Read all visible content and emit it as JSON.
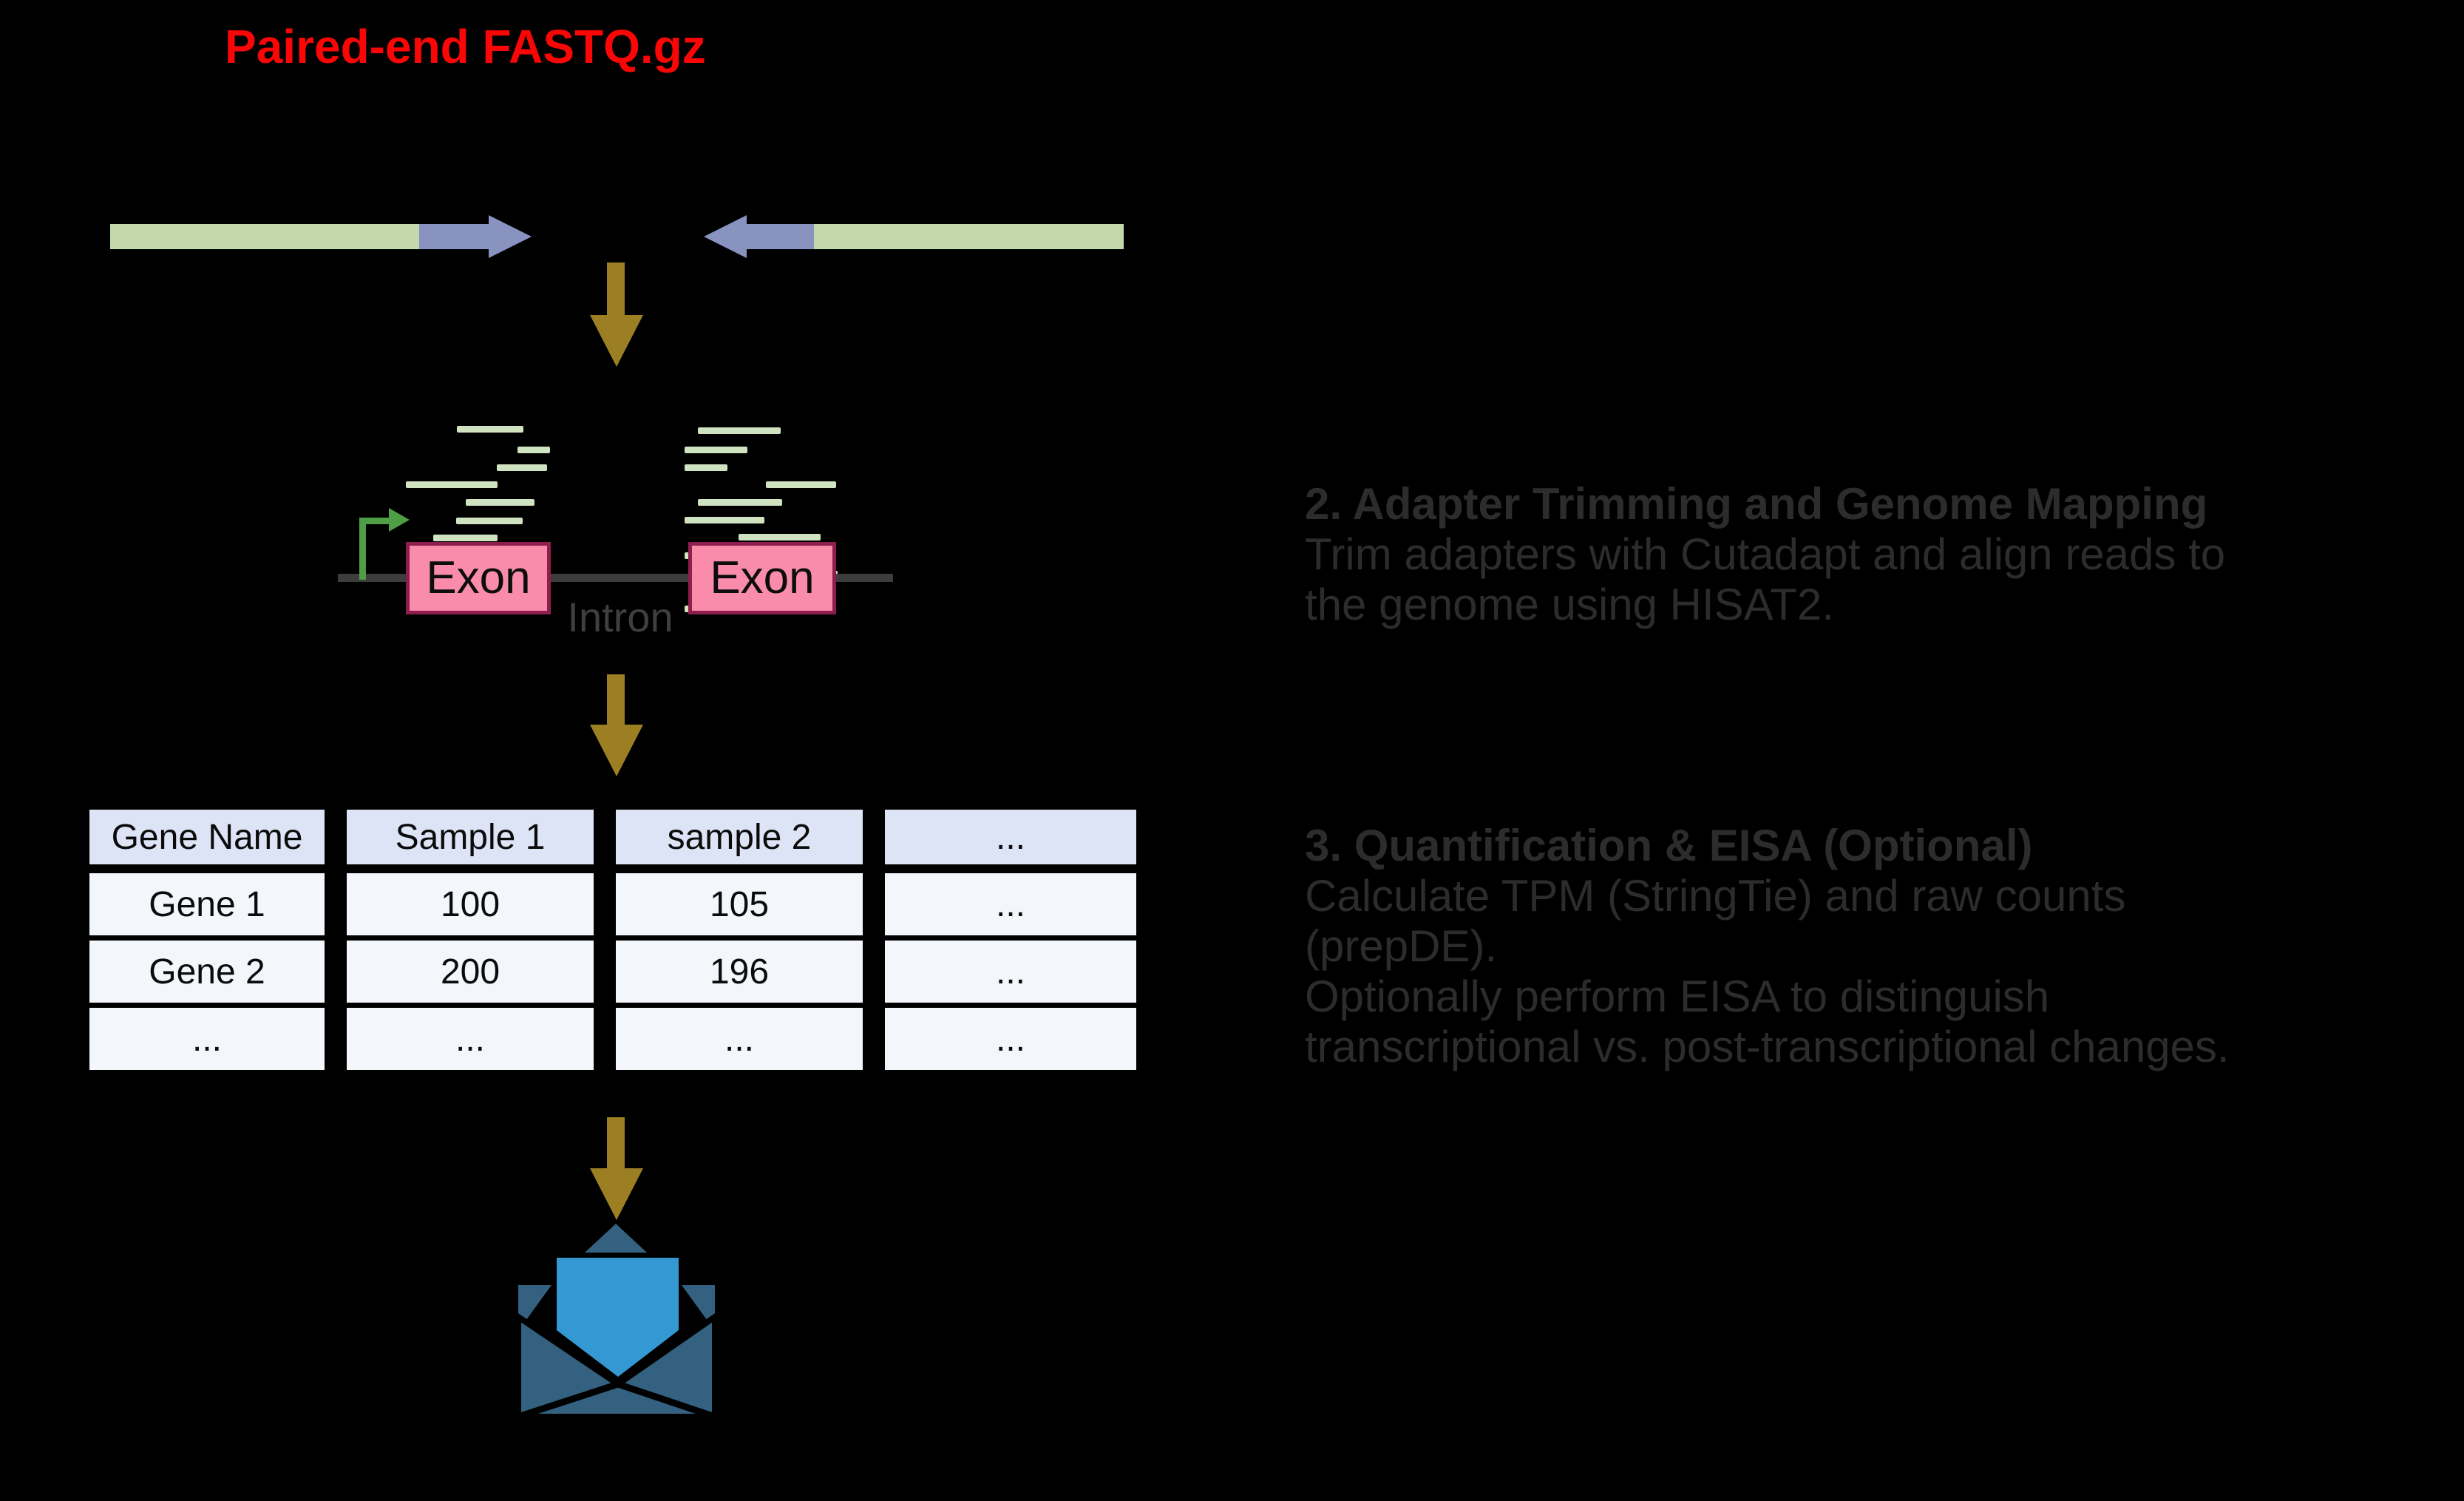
{
  "title": "Paired-end FASTQ.gz",
  "gene_model": {
    "exon_left": "Exon",
    "exon_right": "Exon",
    "intron": "Intron"
  },
  "steps": {
    "step2": {
      "heading": "2. Adapter Trimming and Genome Mapping",
      "lines": [
        "Trim adapters with Cutadapt and align reads to",
        "the genome using HISAT2."
      ]
    },
    "step3": {
      "heading": "3. Quantification & EISA (Optional)",
      "lines": [
        "Calculate TPM (StringTie) and raw counts",
        "(prepDE).",
        "Optionally perform EISA to distinguish",
        "transcriptional vs. post-transcriptional changes."
      ]
    }
  },
  "table": {
    "headers": [
      "Gene Name",
      "Sample 1",
      "sample 2",
      "..."
    ],
    "rows": [
      [
        "Gene 1",
        "100",
        "105",
        "..."
      ],
      [
        "Gene 2",
        "200",
        "196",
        "..."
      ],
      [
        "...",
        "...",
        "...",
        "..."
      ]
    ]
  },
  "icons": {
    "down_arrow": "down-arrow",
    "promoter": "promoter-bent-arrow",
    "envelope": "open-envelope-with-letter"
  },
  "colors": {
    "background": "#000000",
    "title_red": "#fa0606",
    "read_green": "#c3d9ac",
    "read_blue": "#8993bf",
    "aligned_read_green": "#cfe3c1",
    "gold_arrow": "#9c7f23",
    "exon_fill": "#fa8cab",
    "exon_border": "#8e1e4e",
    "gene_line_gray": "#3d3d3d",
    "promoter_green": "#4f9d45",
    "step_text_gray": "#2c2c2c",
    "table_header_bg": "#dde4f6",
    "table_cell_bg": "#f3f6fb",
    "envelope_teal": "#33617f",
    "letter_blue": "#3498d2"
  }
}
